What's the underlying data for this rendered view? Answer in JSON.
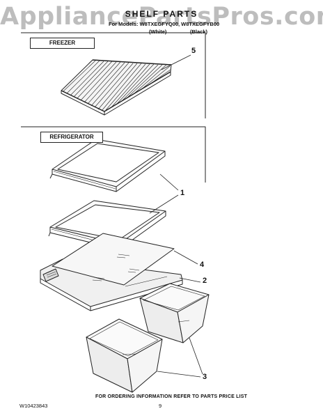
{
  "header": {
    "watermark": "AppliancePartsPros.com",
    "title": "SHELF PARTS",
    "models_line": "For Models: W8TXEGFYQ00, W8TXEGFYB00",
    "color_white": "(White)",
    "color_black": "(Black)"
  },
  "sections": {
    "freezer": "FREEZER",
    "refrigerator": "REFRIGERATOR"
  },
  "callouts": {
    "c5": "5",
    "c1": "1",
    "c4": "4",
    "c2": "2",
    "c3": "3"
  },
  "parts": [
    {
      "ref": "5",
      "description": "freezer wire shelf"
    },
    {
      "ref": "1",
      "description": "refrigerator shelves (2)"
    },
    {
      "ref": "4",
      "description": "glass crisper cover"
    },
    {
      "ref": "2",
      "description": "crisper cover frame"
    },
    {
      "ref": "3",
      "description": "crisper drawers (2)"
    }
  ],
  "footer": {
    "note": "FOR ORDERING INFORMATION REFER TO PARTS PRICE LIST",
    "doc_number": "W10423843",
    "page_number": "9"
  }
}
